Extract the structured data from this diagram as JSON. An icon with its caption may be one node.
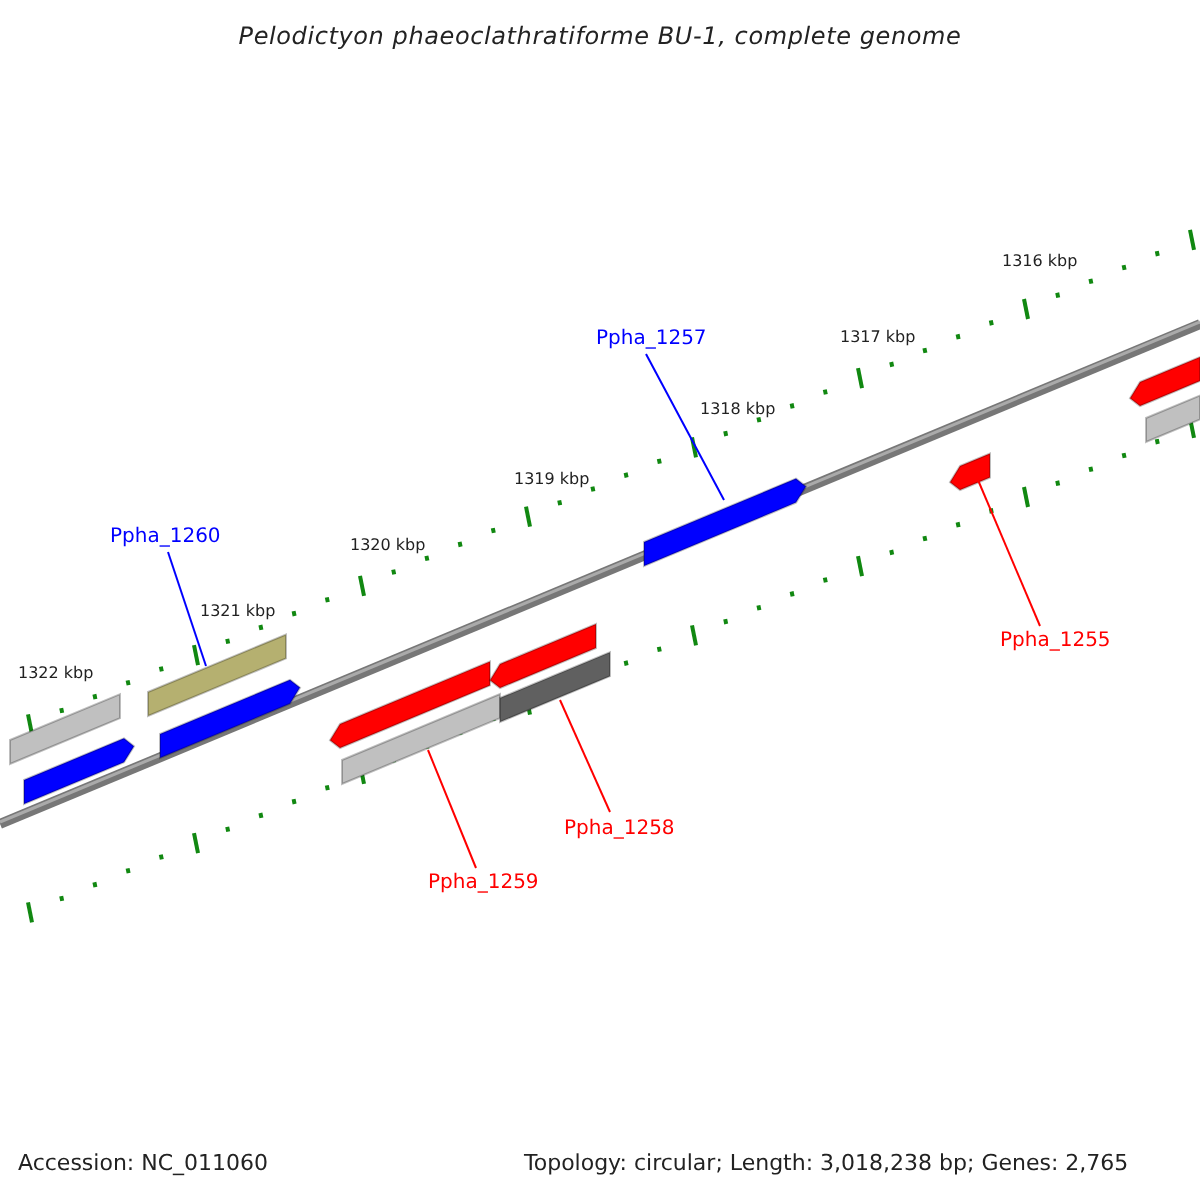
{
  "diagram": {
    "title": "Pelodictyon phaeoclathratiforme BU-1, complete genome",
    "nodes": [
      {
        "text": [
          "Ppha_1257"
        ]
      },
      {
        "text": [
          "Ppha_1260"
        ]
      },
      {
        "text": [
          "Ppha_1255"
        ]
      },
      {
        "text": [
          "Ppha_1258"
        ]
      },
      {
        "text": [
          "Ppha_1259"
        ]
      },
      {
        "text": [],
        "shape": "bar"
      },
      {
        "text": [],
        "shape": "bar"
      },
      {
        "text": [],
        "shape": "bar"
      },
      {
        "text": [],
        "shape": "bar"
      },
      {
        "text": [],
        "shape": "bar"
      },
      {
        "text": [],
        "shape": "bar"
      },
      {
        "text": [],
        "shape": "bar"
      },
      {
        "text": [],
        "shape": "bar"
      },
      {
        "text": [],
        "shape": "bar"
      },
      {
        "text": [],
        "shape": "bar"
      },
      {
        "text": [],
        "shape": "bar"
      },
      {
        "text": [],
        "shape": "bar"
      }
    ],
    "edges": [
      {
        "from": 1,
        "to": 7,
        "arrow": "none",
        "color": "#0000ff"
      },
      {
        "from": 0,
        "to": 13,
        "arrow": "none",
        "color": "#0000ff"
      },
      {
        "from": 2,
        "to": 14,
        "arrow": "none"
      },
      {
        "from": 3,
        "to": 12,
        "arrow": "none"
      },
      {
        "from": 4,
        "to": 10,
        "arrow": "none"
      }
    ],
    "labels": [
      "1316 kbp",
      "1317 kbp",
      "1318 kbp",
      "1319 kbp",
      "1320 kbp",
      "1321 kbp",
      "1322 kbp",
      "Accession: NC_011060",
      "Topology: circular; Length: 3,018,238 bp; Genes: 2,765"
    ]
  }
}
